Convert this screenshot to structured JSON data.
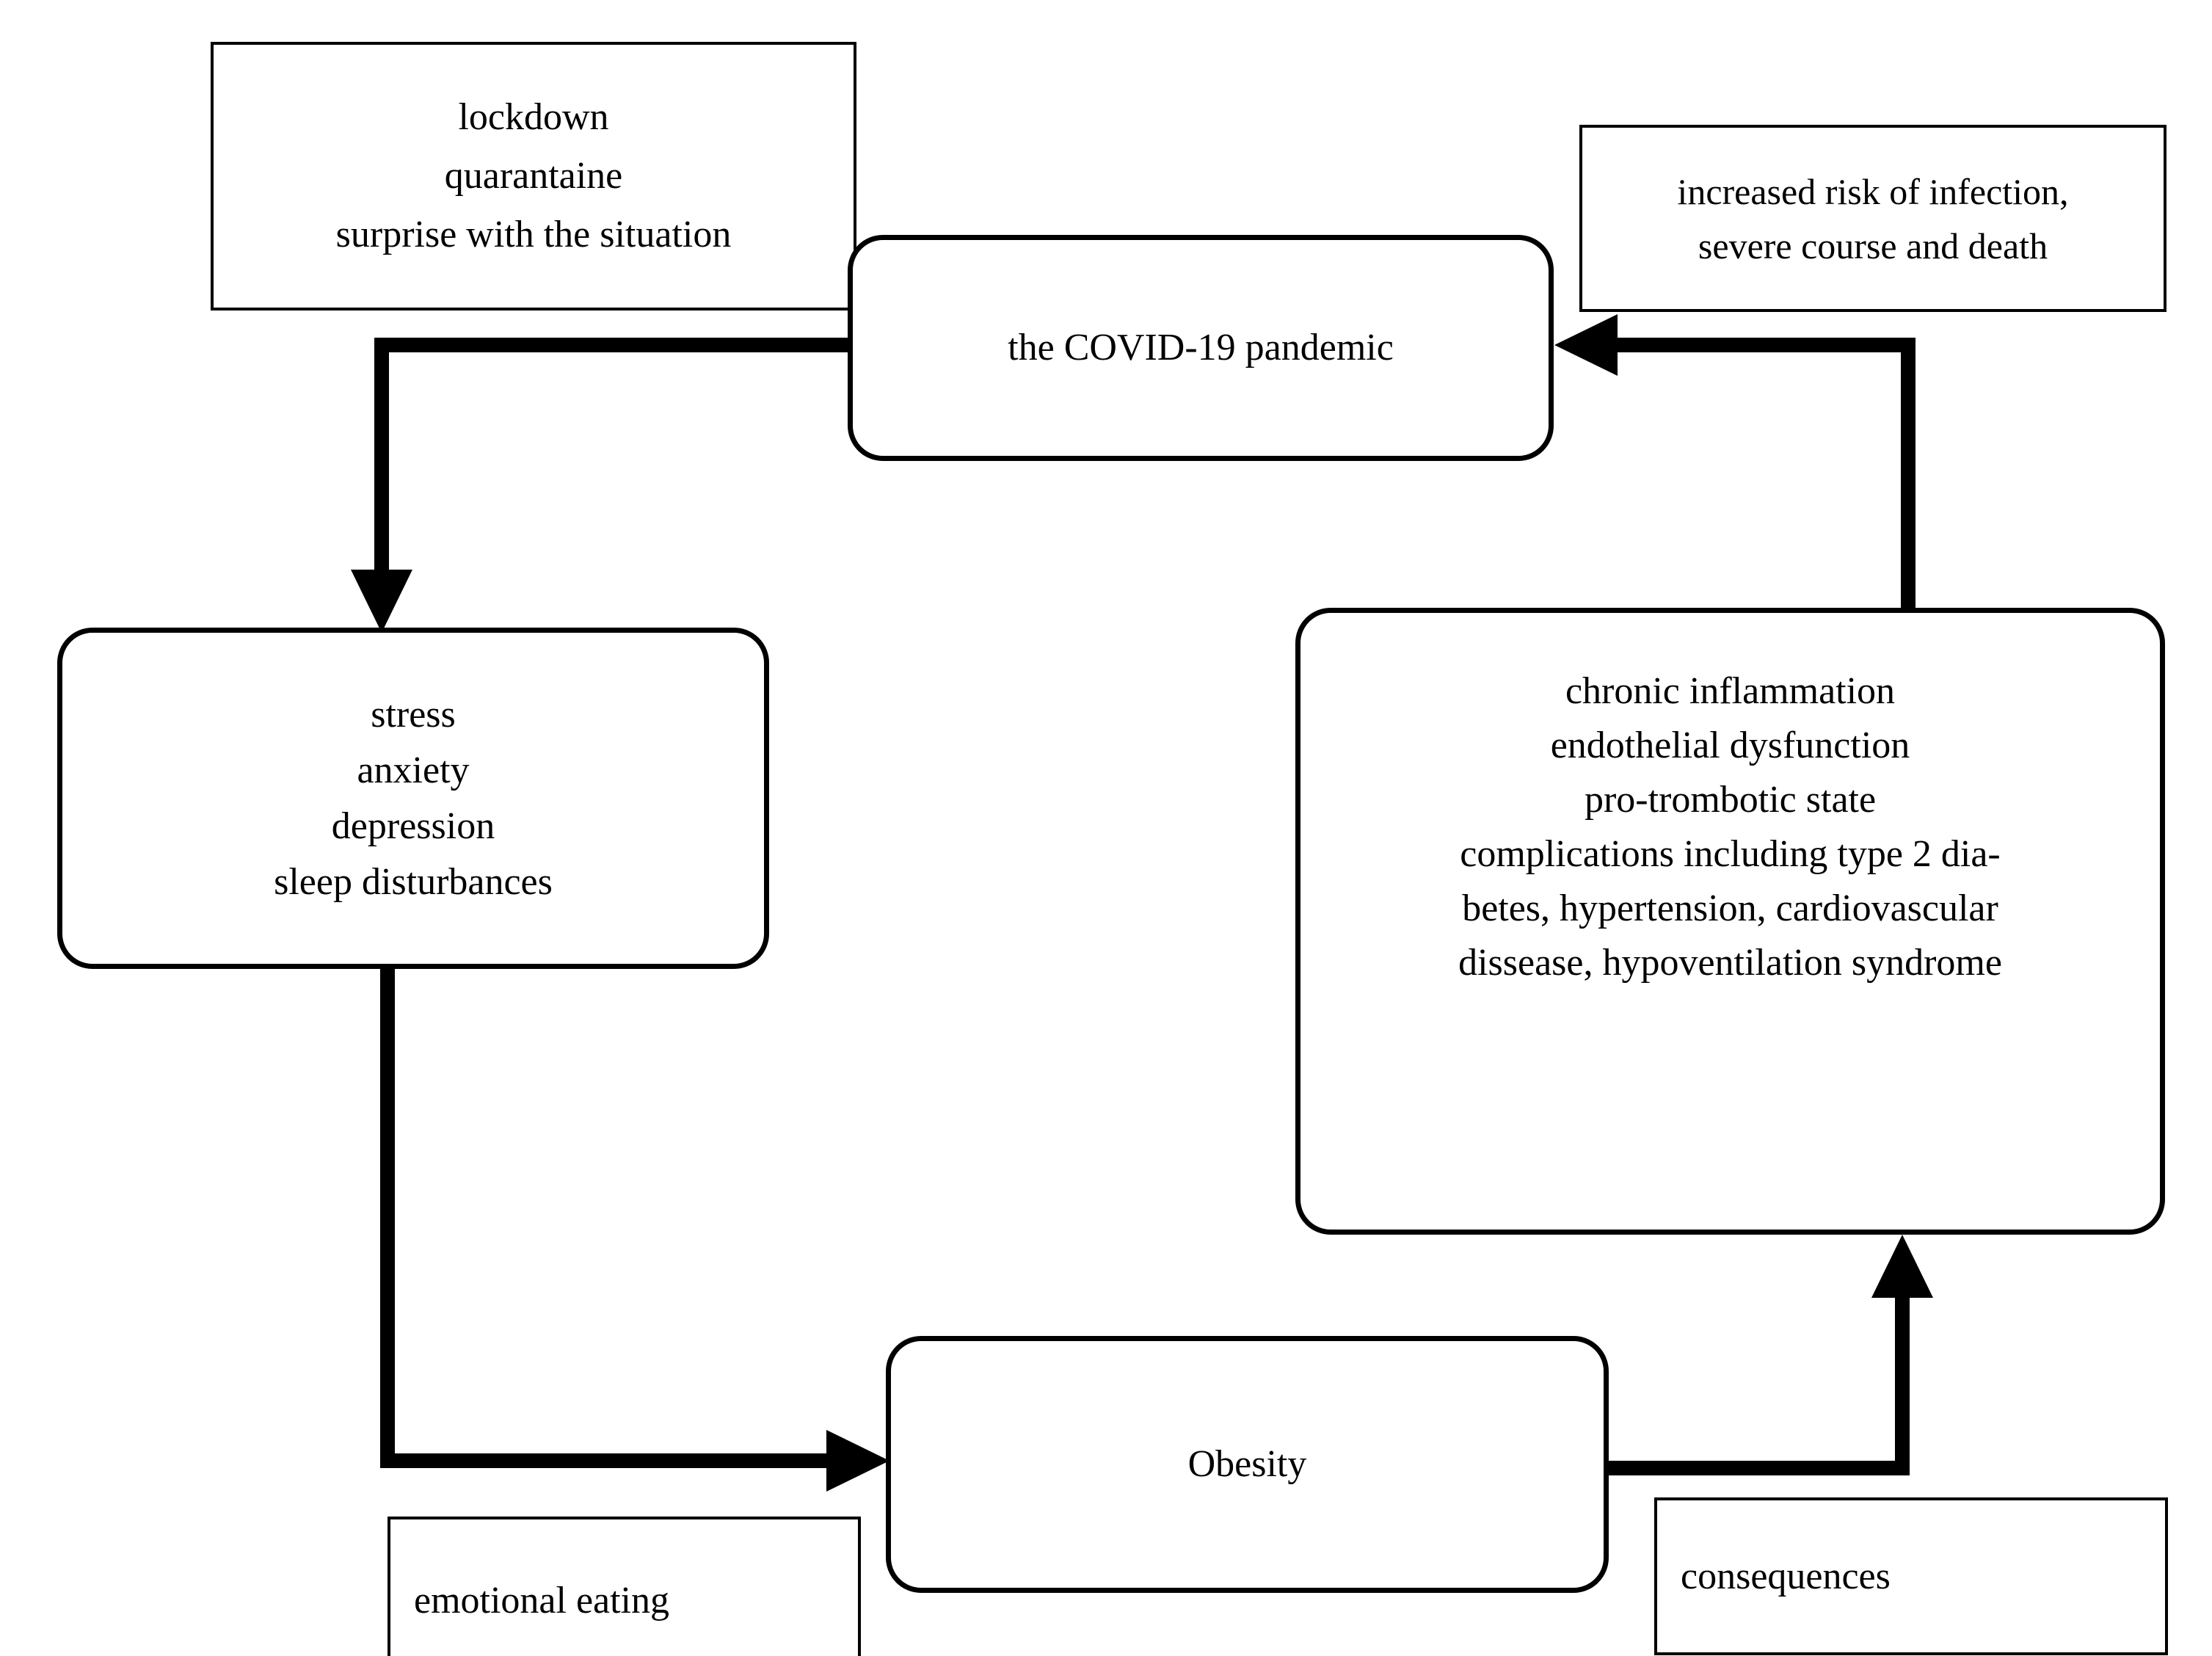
{
  "diagram": {
    "title": "COVID-19 pandemic, stress, obesity and consequences cycle",
    "stroke_color": "#000000",
    "background_color": "#ffffff",
    "nodes": [
      {
        "id": "lockdown",
        "shape": "rectangle",
        "role": "annotation",
        "lines": [
          "lockdown",
          "quarantaine",
          "surprise with the situation"
        ]
      },
      {
        "id": "covid",
        "shape": "rounded-rectangle",
        "role": "process",
        "lines": [
          "the COVID-19 pandemic"
        ]
      },
      {
        "id": "infection",
        "shape": "rectangle",
        "role": "annotation",
        "lines": [
          "increased risk of infection,",
          "severe course and death"
        ]
      },
      {
        "id": "stress",
        "shape": "rounded-rectangle",
        "role": "process",
        "lines": [
          "stress",
          "anxiety",
          "depression",
          "sleep disturbances"
        ]
      },
      {
        "id": "chronic",
        "shape": "rounded-rectangle",
        "role": "process",
        "lines": [
          "chronic inflammation",
          "endothelial dysfunction",
          "pro-trombotic state",
          "complications including type 2 dia-",
          "betes, hypertension, cardiovascular",
          "dissease, hypoventilation syndrome"
        ]
      },
      {
        "id": "obesity",
        "shape": "rounded-rectangle",
        "role": "process",
        "lines": [
          "Obesity"
        ]
      },
      {
        "id": "emotional",
        "shape": "rectangle",
        "role": "annotation",
        "lines": [
          "emotional eating"
        ]
      },
      {
        "id": "consequences",
        "shape": "rectangle",
        "role": "annotation",
        "lines": [
          "consequences"
        ]
      }
    ],
    "edges": [
      {
        "id": "covid-to-stress",
        "from": "covid",
        "to": "stress",
        "style": "orthogonal",
        "arrowhead": "down"
      },
      {
        "id": "stress-to-obesity",
        "from": "stress",
        "to": "obesity",
        "style": "orthogonal",
        "arrowhead": "right"
      },
      {
        "id": "obesity-to-chronic",
        "from": "obesity",
        "to": "chronic",
        "style": "orthogonal",
        "arrowhead": "up"
      },
      {
        "id": "chronic-to-covid",
        "from": "chronic",
        "to": "covid",
        "style": "orthogonal",
        "arrowhead": "left"
      }
    ]
  }
}
